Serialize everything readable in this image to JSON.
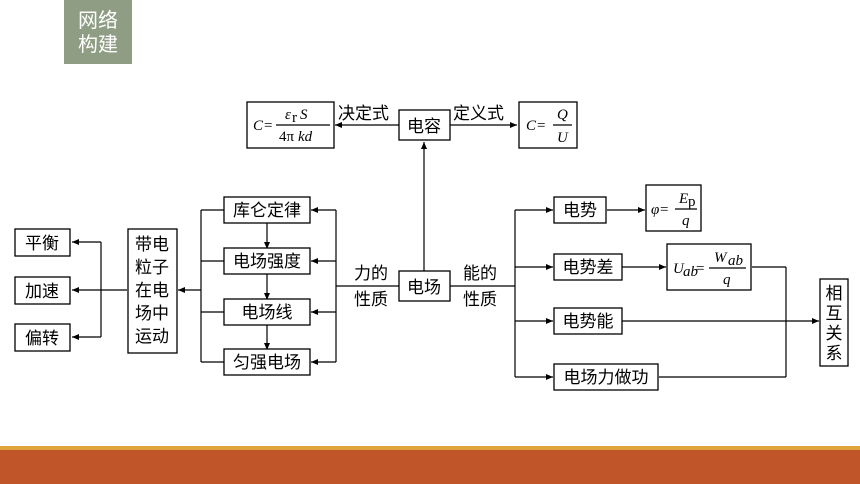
{
  "tag": {
    "line1": "网络",
    "line2": "构建"
  },
  "center": {
    "field": "电场",
    "capacitor": "电容",
    "force_line1": "力的",
    "force_line2": "性质",
    "energy_line1": "能的",
    "energy_line2": "性质"
  },
  "capacitor_relations": {
    "deciding_label": "决定式",
    "defining_label": "定义式",
    "deciding_formula": "C = εrS / 4πkd",
    "defining_formula": "C = Q / U"
  },
  "force_items": [
    "库仑定律",
    "电场强度",
    "电场线",
    "匀强电场"
  ],
  "particle_box": [
    "带电",
    "粒子",
    "在电",
    "场中",
    "运动"
  ],
  "motion_types": [
    "平衡",
    "加速",
    "偏转"
  ],
  "energy_items": [
    "电势",
    "电势差",
    "电势能",
    "电场力做功"
  ],
  "energy_formulas": {
    "potential": "φ = Ep / q",
    "voltage": "Uab = Wab / q"
  },
  "relation_box": [
    "相",
    "互",
    "关",
    "系"
  ],
  "colors": {
    "tag_bg": "#8e9d83",
    "band": "#c0552a",
    "band_top": "#e0a33a"
  }
}
